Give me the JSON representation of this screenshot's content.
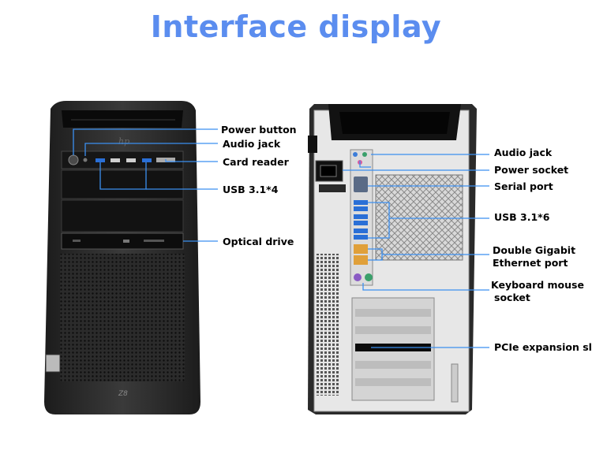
{
  "title": "Interface display",
  "logo_text": "hp",
  "model_badge": "Z8",
  "line_color": "#3b8ff0",
  "front_labels": {
    "power_button": "Power button",
    "audio_jack": "Audio jack",
    "card_reader": "Card reader",
    "usb": "USB 3.1*4",
    "optical": "Optical drive"
  },
  "rear_labels": {
    "audio_jack": "Audio jack",
    "power_socket": "Power socket",
    "serial_port": "Serial port",
    "usb": "USB 3.1*6",
    "ethernet": "Double Gigabit Ethernet port",
    "ethernet_line1": "Double Gigabit",
    "ethernet_line2": "Ethernet port",
    "keyboard_line1": "Keyboard mouse",
    "keyboard_line2": "socket",
    "pcie": "PCIe expansion slot"
  }
}
